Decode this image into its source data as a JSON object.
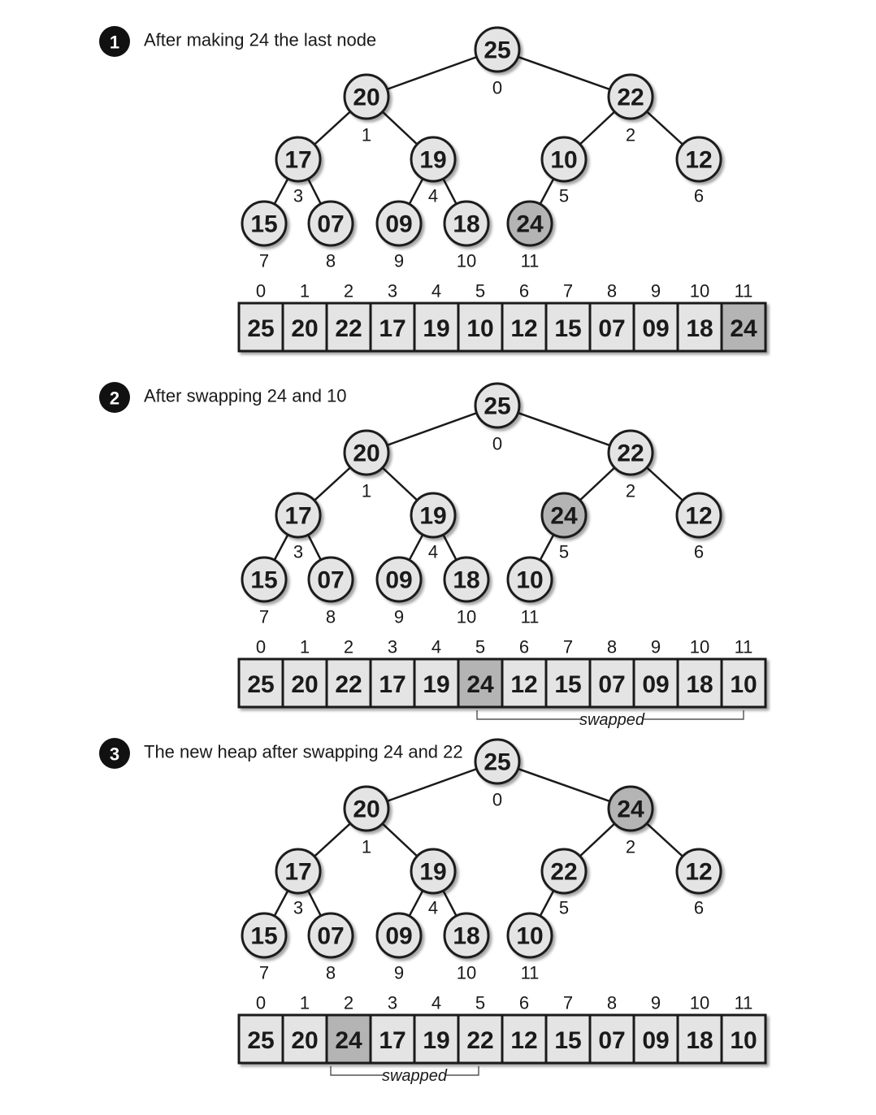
{
  "colors": {
    "node_fill": "#e4e4e4",
    "highlight_fill": "#b4b4b4",
    "stroke": "#1a1a1a",
    "badge": "#111111"
  },
  "panels": [
    {
      "badge": "1",
      "title": "After making 24 the last node",
      "array": [
        "25",
        "20",
        "22",
        "17",
        "19",
        "10",
        "12",
        "15",
        "07",
        "09",
        "18",
        "24"
      ],
      "highlight": [
        11
      ],
      "swapped": null
    },
    {
      "badge": "2",
      "title": "After swapping 24 and 10",
      "array": [
        "25",
        "20",
        "22",
        "17",
        "19",
        "24",
        "12",
        "15",
        "07",
        "09",
        "18",
        "10"
      ],
      "highlight": [
        5
      ],
      "swapped": {
        "from": 5,
        "to": 11,
        "label": "swapped"
      }
    },
    {
      "badge": "3",
      "title": "The new heap after swapping 24 and 22",
      "array": [
        "25",
        "20",
        "24",
        "17",
        "19",
        "22",
        "12",
        "15",
        "07",
        "09",
        "18",
        "10"
      ],
      "highlight": [
        2
      ],
      "swapped": {
        "from": 2,
        "to": 5,
        "label": "swapped"
      }
    }
  ],
  "index_labels": [
    "0",
    "1",
    "2",
    "3",
    "4",
    "5",
    "6",
    "7",
    "8",
    "9",
    "10",
    "11"
  ]
}
